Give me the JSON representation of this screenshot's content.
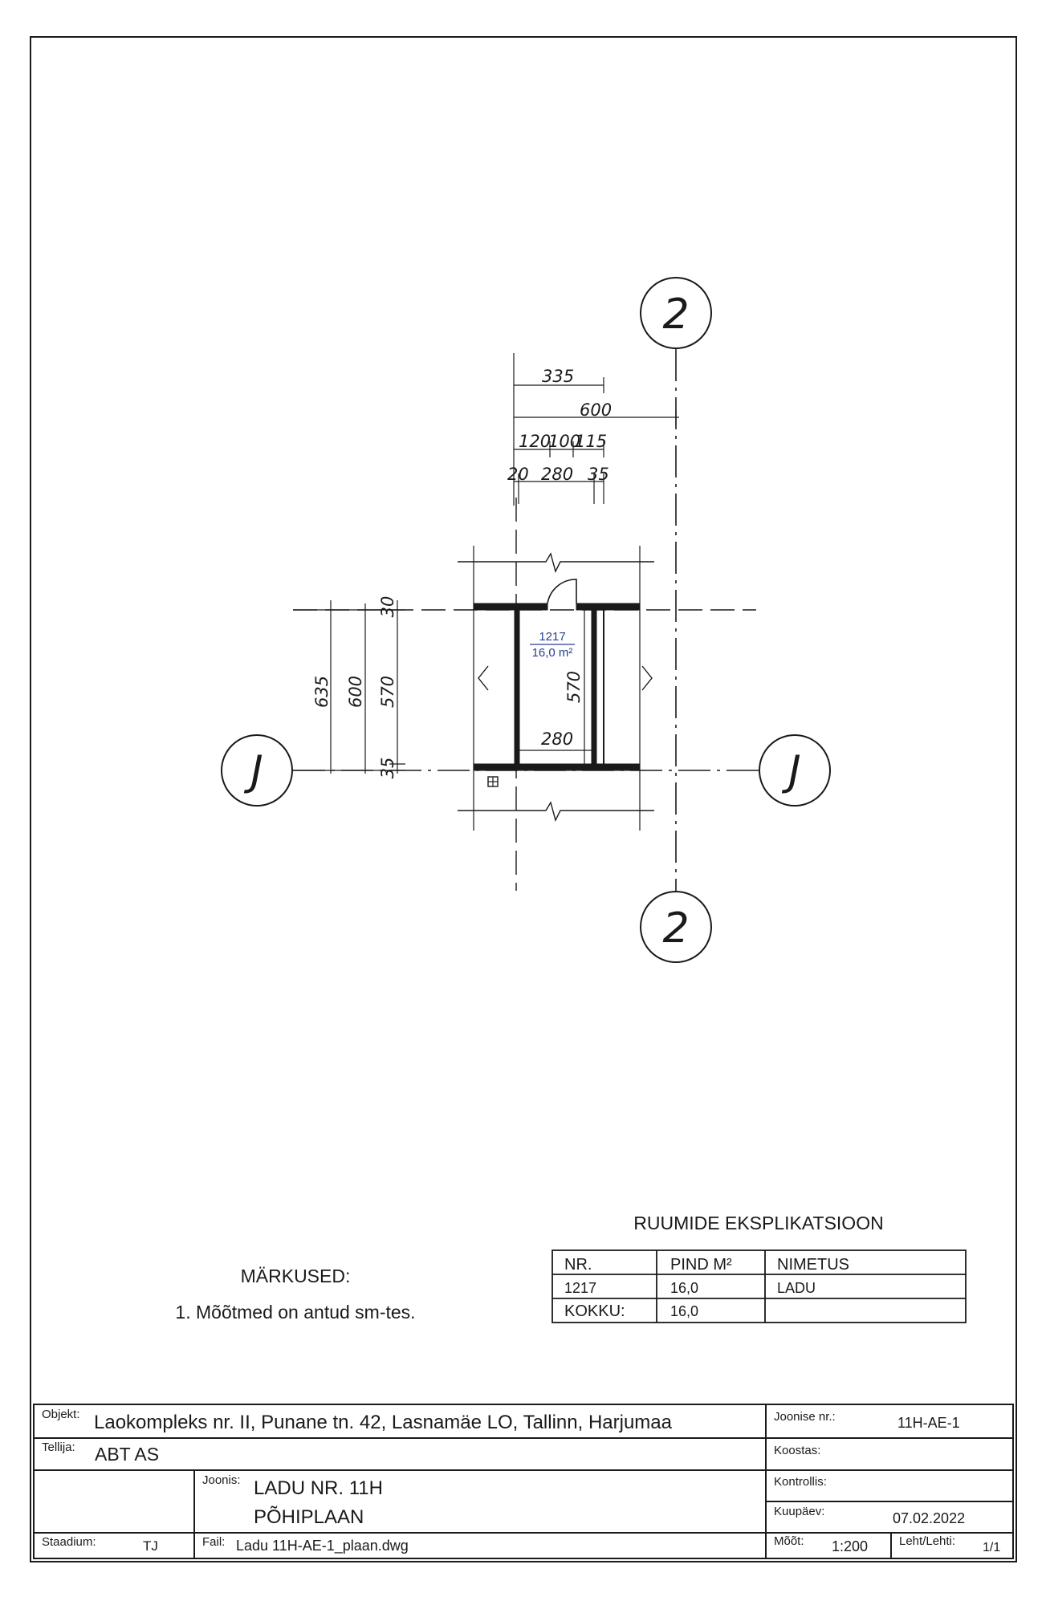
{
  "axes": {
    "vertical": "2",
    "horizontal": "J"
  },
  "dimensions": {
    "top": {
      "d335": "335",
      "d600": "600",
      "d120": "120",
      "d100": "100",
      "d115": "115",
      "d20": "20",
      "d280": "280",
      "d35": "35"
    },
    "left": {
      "d635": "635",
      "d600": "600",
      "d570": "570",
      "d30": "30",
      "d35": "35"
    },
    "room_inner": {
      "width": "280",
      "height": "570"
    }
  },
  "room_label": {
    "number": "1217",
    "area": "16,0 m²"
  },
  "notes": {
    "title": "MÄRKUSED:",
    "item1": "1. Mõõtmed on antud sm-tes."
  },
  "explication": {
    "title": "RUUMIDE EKSPLIKATSIOON",
    "headers": [
      "NR.",
      "PIND M²",
      "NIMETUS"
    ],
    "rows": [
      [
        "1217",
        "16,0",
        "LADU"
      ],
      [
        "KOKKU:",
        "16,0",
        ""
      ]
    ]
  },
  "titleblock": {
    "objekt_label": "Objekt:",
    "objekt_value": "Laokompleks nr. II, Punane tn. 42, Lasnamäe LO, Tallinn, Harjumaa",
    "tellija_label": "Tellija:",
    "tellija_value": "ABT AS",
    "joonis_label": "Joonis:",
    "joonis_line1": "LADU NR. 11H",
    "joonis_line2": "PÕHIPLAAN",
    "staadium_label": "Staadium:",
    "staadium_value": "TJ",
    "fail_label": "Fail:",
    "fail_value": "Ladu 11H-AE-1_plaan.dwg",
    "joonise_nr_label": "Joonise nr.:",
    "joonise_nr_value": "11H-AE-1",
    "koostas_label": "Koostas:",
    "kontrollis_label": "Kontrollis:",
    "kuupaev_label": "Kuupäev:",
    "kuupaev_value": "07.02.2022",
    "moot_label": "Mõõt:",
    "moot_value": "1:200",
    "leht_label": "Leht/Lehti:",
    "leht_value": "1/1"
  }
}
